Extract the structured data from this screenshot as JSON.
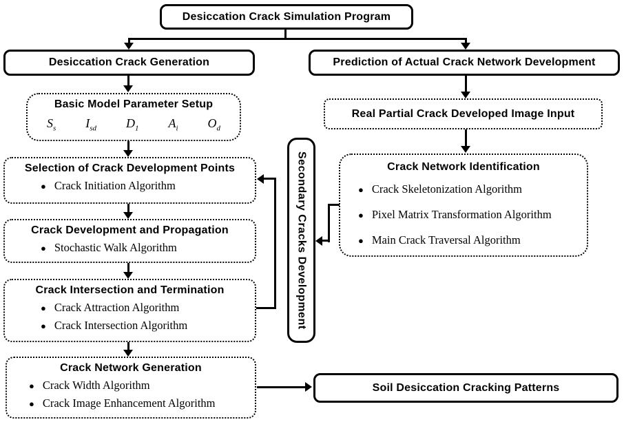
{
  "diagram": {
    "title": "Desiccation Crack Simulation Program",
    "bullet_glyph": "●",
    "colors": {
      "line": "#000000",
      "background": "#ffffff"
    },
    "left_branch": {
      "header": "Desiccation Crack Generation",
      "param_box": {
        "title": "Basic Model Parameter Setup",
        "params": [
          {
            "base": "S",
            "sub": "s"
          },
          {
            "base": "I",
            "sub": "sd"
          },
          {
            "base": "D",
            "sub": "1"
          },
          {
            "base": "A",
            "sub": "i"
          },
          {
            "base": "O",
            "sub": "d"
          }
        ]
      },
      "steps": [
        {
          "title": "Selection of Crack Development Points",
          "bullets": [
            "Crack Initiation Algorithm"
          ]
        },
        {
          "title": "Crack Development and Propagation",
          "bullets": [
            "Stochastic Walk Algorithm"
          ]
        },
        {
          "title": "Crack Intersection and Termination",
          "bullets": [
            "Crack Attraction Algorithm",
            "Crack Intersection Algorithm"
          ]
        },
        {
          "title": "Crack Network Generation",
          "bullets": [
            "Crack Width Algorithm",
            "Crack Image Enhancement Algorithm"
          ]
        }
      ]
    },
    "middle": {
      "label": "Secondary Cracks Development"
    },
    "right_branch": {
      "header": "Prediction of Actual Crack Network Development",
      "input_box": "Real Partial Crack Developed Image Input",
      "identification": {
        "title": "Crack Network Identification",
        "bullets": [
          "Crack Skeletonization Algorithm",
          "Pixel Matrix Transformation Algorithm",
          "Main Crack Traversal Algorithm"
        ]
      },
      "output_box": "Soil Desiccation Cracking Patterns"
    }
  }
}
